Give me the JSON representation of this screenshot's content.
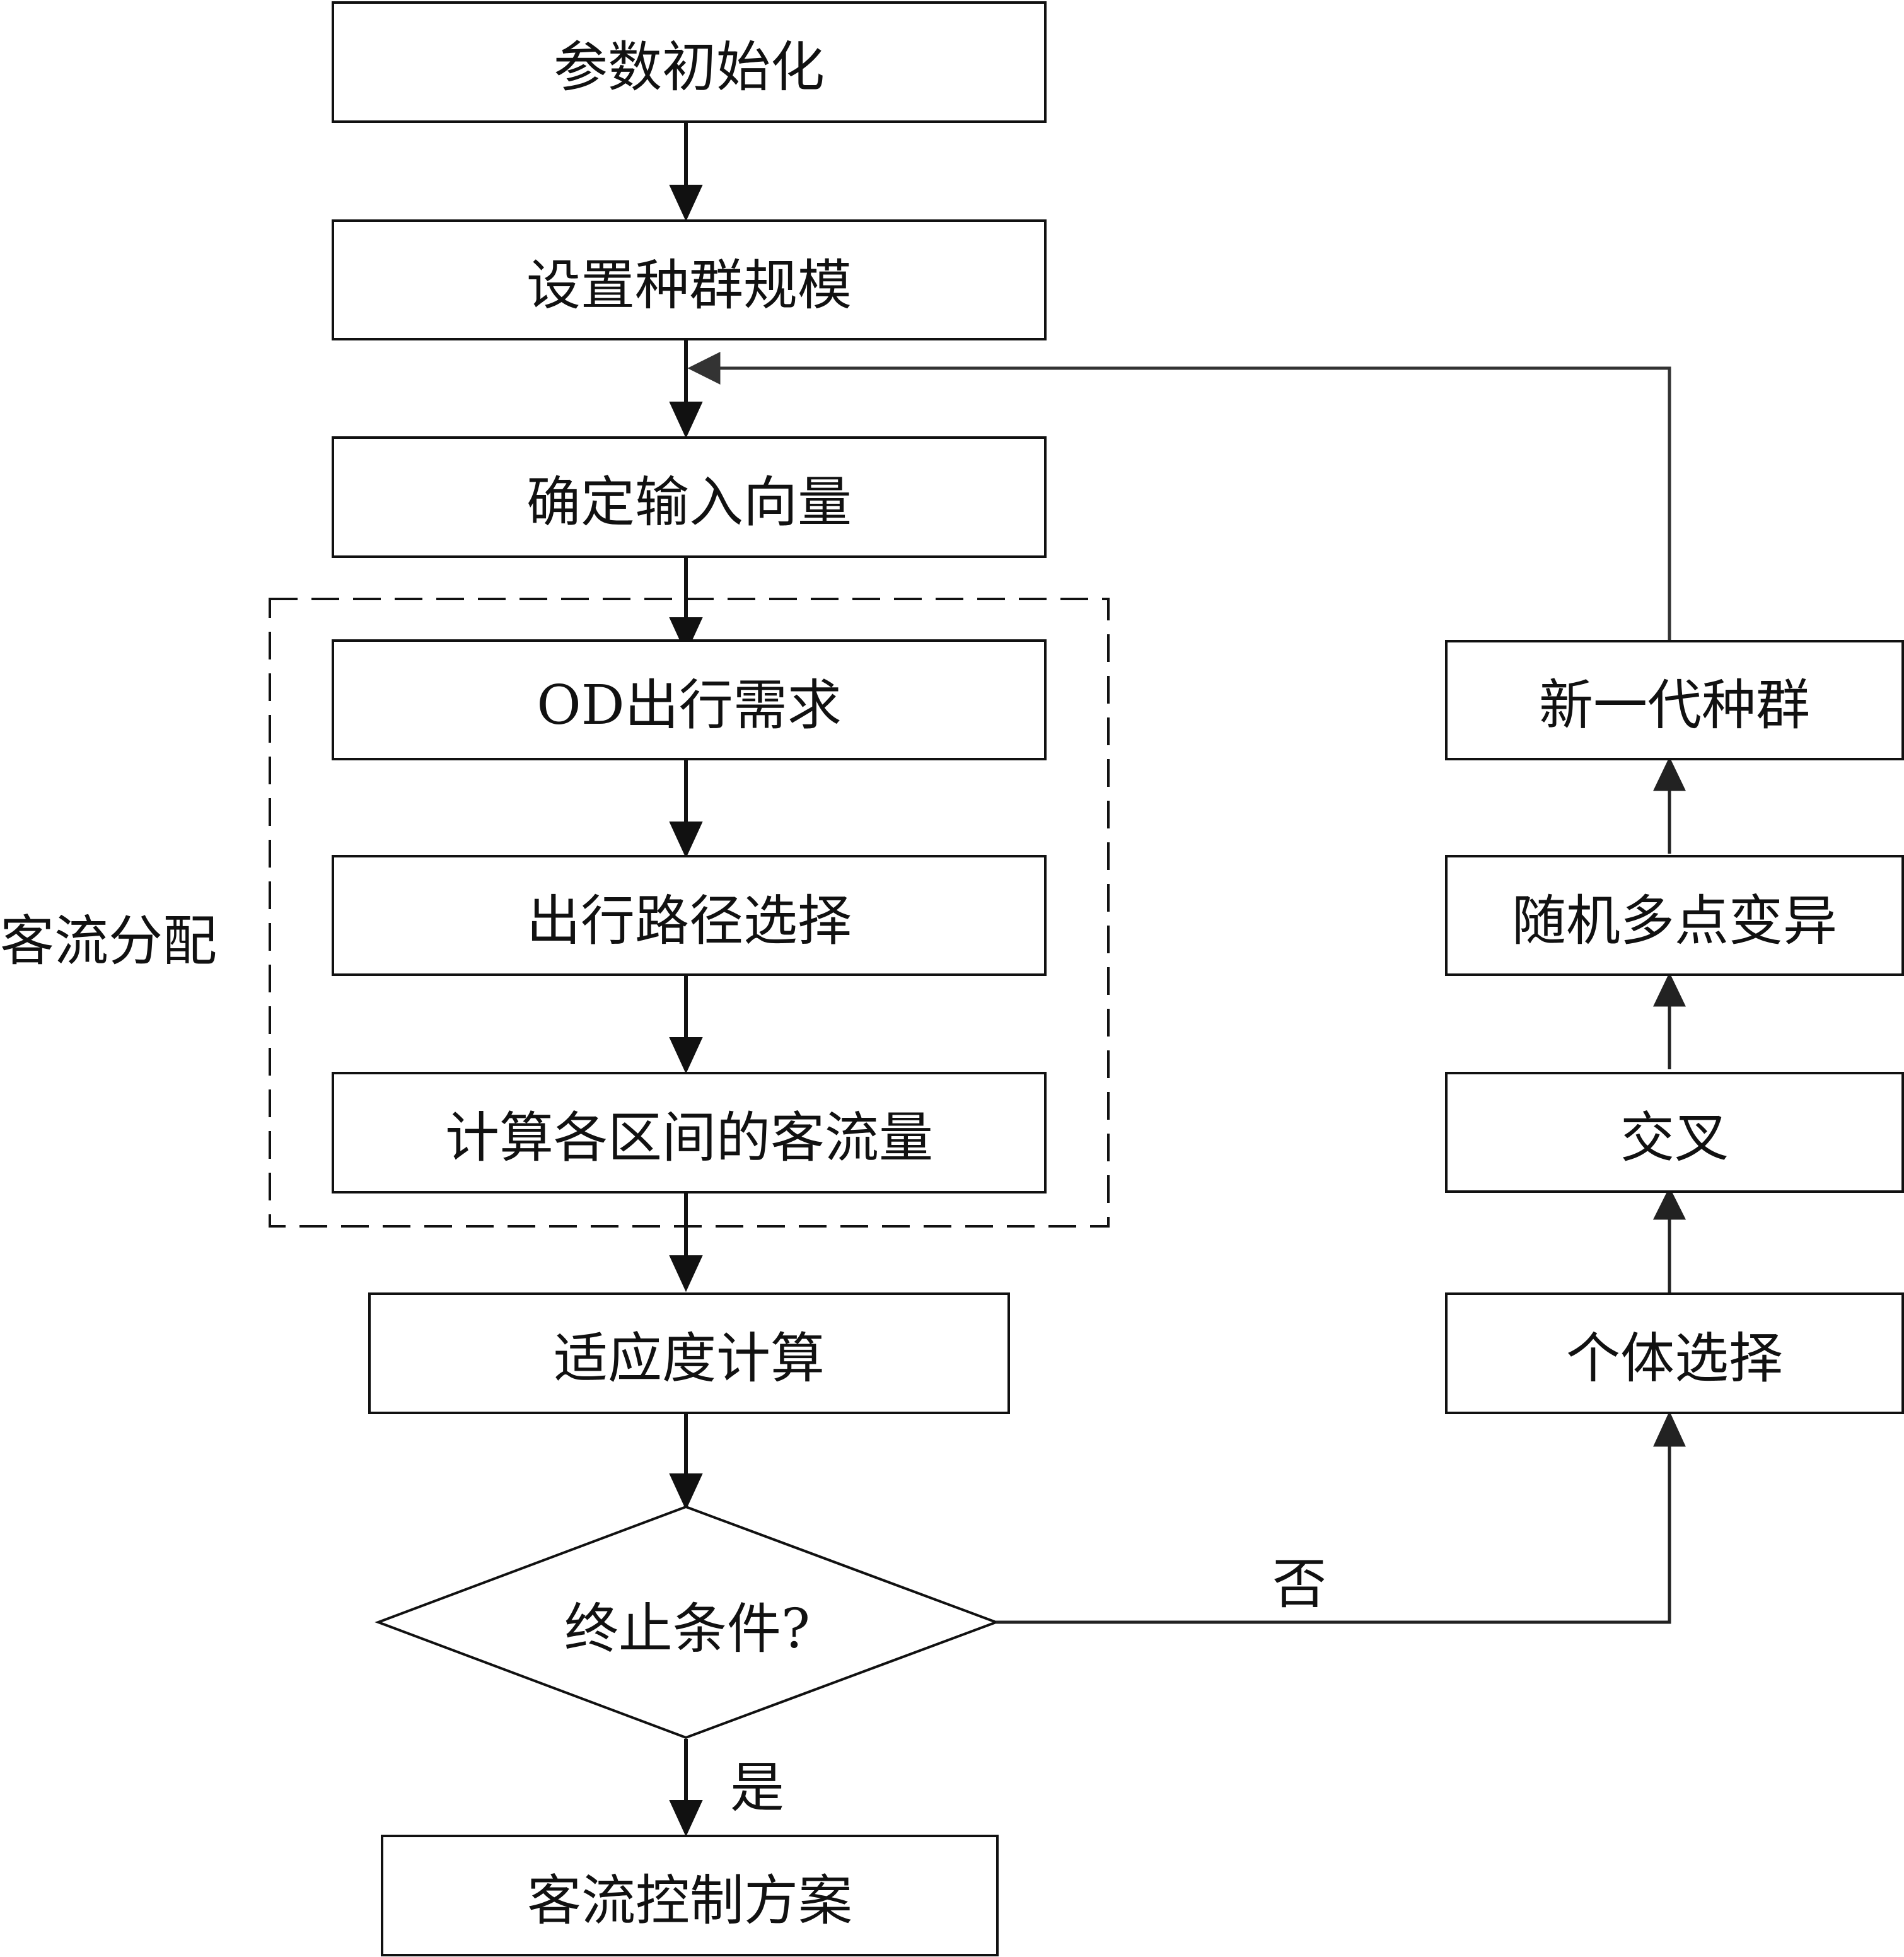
{
  "steps": {
    "init": "参数初始化",
    "population_size": "设置种群规模",
    "input_vector": "确定输入向量",
    "od_demand": "OD出行需求",
    "route_choice": "出行路径选择",
    "section_flow": "计算各区间的客流量",
    "fitness": "适应度计算",
    "termination": "终止条件?",
    "control_plan": "客流控制方案"
  },
  "loop": {
    "selection": "个体选择",
    "crossover": "交叉",
    "mutation": "随机多点变异",
    "new_population": "新一代种群"
  },
  "group_label": "客流分配",
  "branch": {
    "no": "否",
    "yes": "是"
  },
  "colors": {
    "line": "#111111",
    "loop_line": "#333333"
  }
}
